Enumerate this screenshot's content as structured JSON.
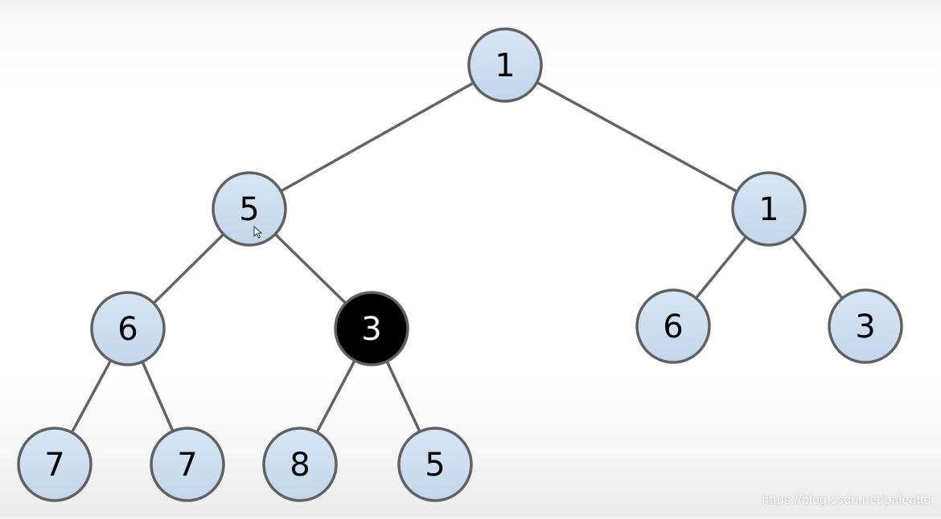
{
  "tree": {
    "nodes": [
      {
        "id": "n0",
        "label": "1",
        "highlighted": false
      },
      {
        "id": "n1",
        "label": "5",
        "highlighted": false
      },
      {
        "id": "n2",
        "label": "1",
        "highlighted": false
      },
      {
        "id": "n3",
        "label": "6",
        "highlighted": false
      },
      {
        "id": "n4",
        "label": "3",
        "highlighted": true
      },
      {
        "id": "n5",
        "label": "6",
        "highlighted": false
      },
      {
        "id": "n6",
        "label": "3",
        "highlighted": false
      },
      {
        "id": "n7",
        "label": "7",
        "highlighted": false
      },
      {
        "id": "n8",
        "label": "7",
        "highlighted": false
      },
      {
        "id": "n9",
        "label": "8",
        "highlighted": false
      },
      {
        "id": "n10",
        "label": "5",
        "highlighted": false
      }
    ],
    "edges": [
      [
        "n0",
        "n1"
      ],
      [
        "n0",
        "n2"
      ],
      [
        "n1",
        "n3"
      ],
      [
        "n1",
        "n4"
      ],
      [
        "n2",
        "n5"
      ],
      [
        "n2",
        "n6"
      ],
      [
        "n3",
        "n7"
      ],
      [
        "n3",
        "n8"
      ],
      [
        "n4",
        "n9"
      ],
      [
        "n4",
        "n10"
      ]
    ]
  },
  "colors": {
    "node_fill": "#cfe1f3",
    "node_stroke": "#5f6163",
    "node_text": "#000000",
    "highlight_fill": "#000000",
    "highlight_text": "#ffffff",
    "edge": "#646464"
  },
  "watermark": "https://blog.csdn.net/paleatta"
}
